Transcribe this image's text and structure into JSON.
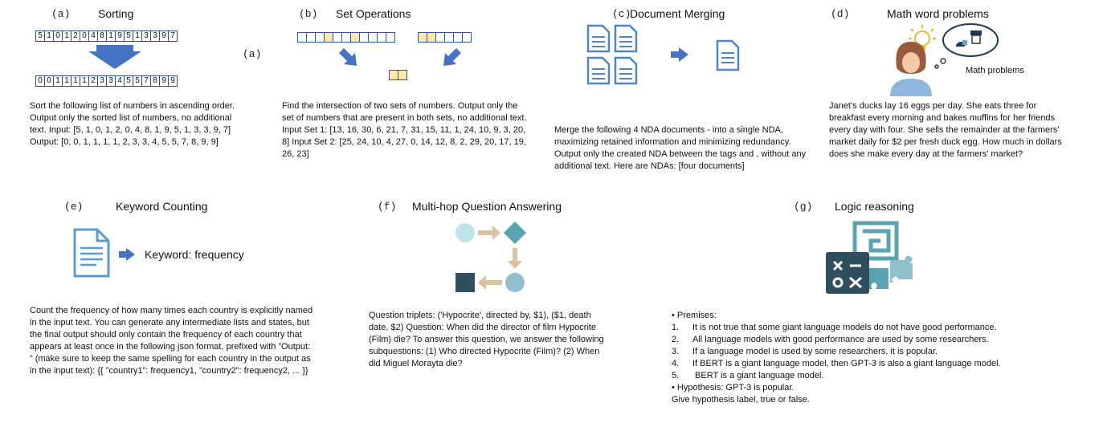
{
  "panels": {
    "a": {
      "label": "(a)",
      "title": "Sorting",
      "input_digits": [
        "5",
        "1",
        "0",
        "1",
        "2",
        "0",
        "4",
        "8",
        "1",
        "9",
        "5",
        "1",
        "3",
        "3",
        "9",
        "7"
      ],
      "output_digits": [
        "0",
        "0",
        "1",
        "1",
        "1",
        "1",
        "2",
        "3",
        "3",
        "4",
        "5",
        "5",
        "7",
        "8",
        "9",
        "9"
      ],
      "text": "Sort the following list of numbers in ascending order. Output only the sorted list of numbers, no additional text. Input: [5, 1, 0, 1, 2, 0, 4, 8, 1, 9, 5, 1, 3, 3, 9, 7] Output: [0, 0, 1, 1, 1, 1, 2, 3, 3, 4, 5, 5, 7, 8, 9, 9]",
      "stray_label": "(a)"
    },
    "b": {
      "label": "(b)",
      "title": "Set Operations",
      "text": "Find the intersection of two sets of numbers. Output only the set of numbers that are present in both sets, no additional text. Input Set 1: [13, 16, 30, 6, 21, 7, 31, 15, 11, 1, 24, 10, 9, 3, 20, 8] Input Set 2: [25, 24, 10, 4, 27, 0, 14, 12, 8, 2, 29, 20, 17, 19, 26, 23]"
    },
    "c": {
      "label": "(c)",
      "title": "Document Merging",
      "text": "Merge the following 4 NDA documents - into a single NDA, maximizing retained information and minimizing redundancy. Output only the created NDA between the tags and , without any additional text. Here are NDAs: [four documents]"
    },
    "d": {
      "label": "(d)",
      "title": "Math word problems",
      "bubble_text": "Math problems",
      "text": "Janet’s ducks lay 16 eggs per day. She eats three for breakfast every morning and bakes muffins for her friends every day with four. She sells the remainder at the farmers' market daily for $2 per fresh duck egg. How much in dollars does she make every day at the farmers' market?"
    },
    "e": {
      "label": "(e)",
      "title": "Keyword Counting",
      "keyword_text": "Keyword: frequency",
      "text": "Count the frequency of how many times each country is explicitly named in the input text. You can generate any intermediate lists and states, but the final output should only contain the frequency of each country that appears at least once in the following json format, prefixed with ”Output: ” (make sure to keep the same spelling for each country in the output as in the input text): {{ ”country1”: frequency1, ”country2”: frequency2, ... }}"
    },
    "f": {
      "label": "(f)",
      "title": "Multi-hop Question Answering",
      "text": "Question triplets: ('Hypocrite', directed by, $1), ($1, death date, $2) Question: When did the director of film Hypocrite (Film) die? To answer this question, we answer the following subquestions: (1) Who directed Hypocrite (Film)? (2) When did Miguel Morayta die?"
    },
    "g": {
      "label": "(g)",
      "title": "Logic reasoning",
      "premises_header": "• Premises:",
      "premises": [
        {
          "num": "1.",
          "text": "It is not true that some giant language models do not have good performance."
        },
        {
          "num": "2.",
          "text": "All language models with good performance are used by some researchers."
        },
        {
          "num": "3.",
          "text": "If a language model is used by some researchers, it is popular."
        },
        {
          "num": "4.",
          "text": "If BERT is a giant language model, then GPT-3 is also a giant language model."
        },
        {
          "num": "5.",
          "text": " BERT is a giant language model."
        }
      ],
      "hypothesis": "• Hypothesis: GPT-3 is popular.",
      "instruction": "Give hypothesis label, true or false."
    }
  },
  "colors": {
    "arrow_blue": "#4472c4",
    "doc_blue": "#5b9bd5",
    "tan": "#d9c2a0",
    "teal": "#5ba3b0",
    "pale_teal": "#bfe3e8",
    "navy": "#2f4f5f",
    "yellow_cell": "#fde9a9"
  }
}
